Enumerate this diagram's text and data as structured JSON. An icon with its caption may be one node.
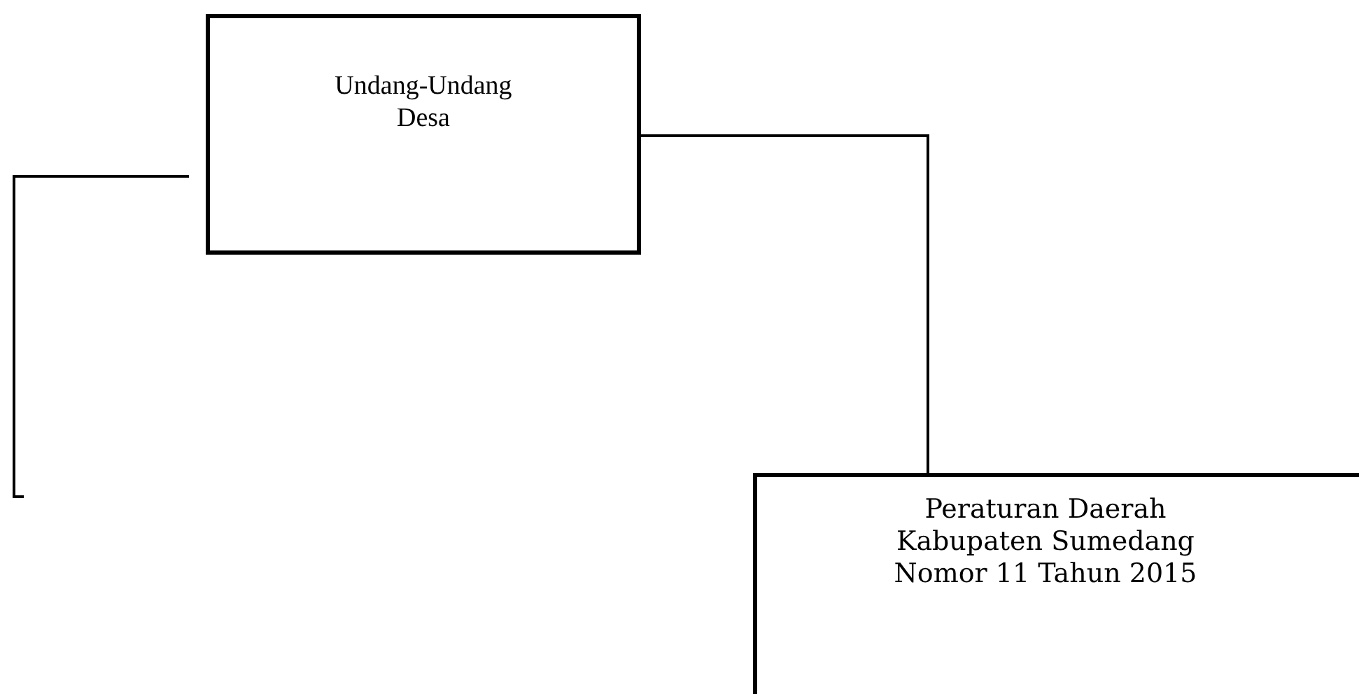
{
  "diagram": {
    "nodes": [
      {
        "text": [
          "Undang-Undang Desa"
        ]
      },
      {
        "text": [
          "Peraturan Daerah Kabupaten Sumedang Nomor 11 Tahun 2015"
        ]
      }
    ],
    "edges": [
      {
        "from": 0,
        "to": 1,
        "arrow": "none"
      },
      {
        "from": 0,
        "to": null,
        "arrow": "none"
      }
    ]
  }
}
